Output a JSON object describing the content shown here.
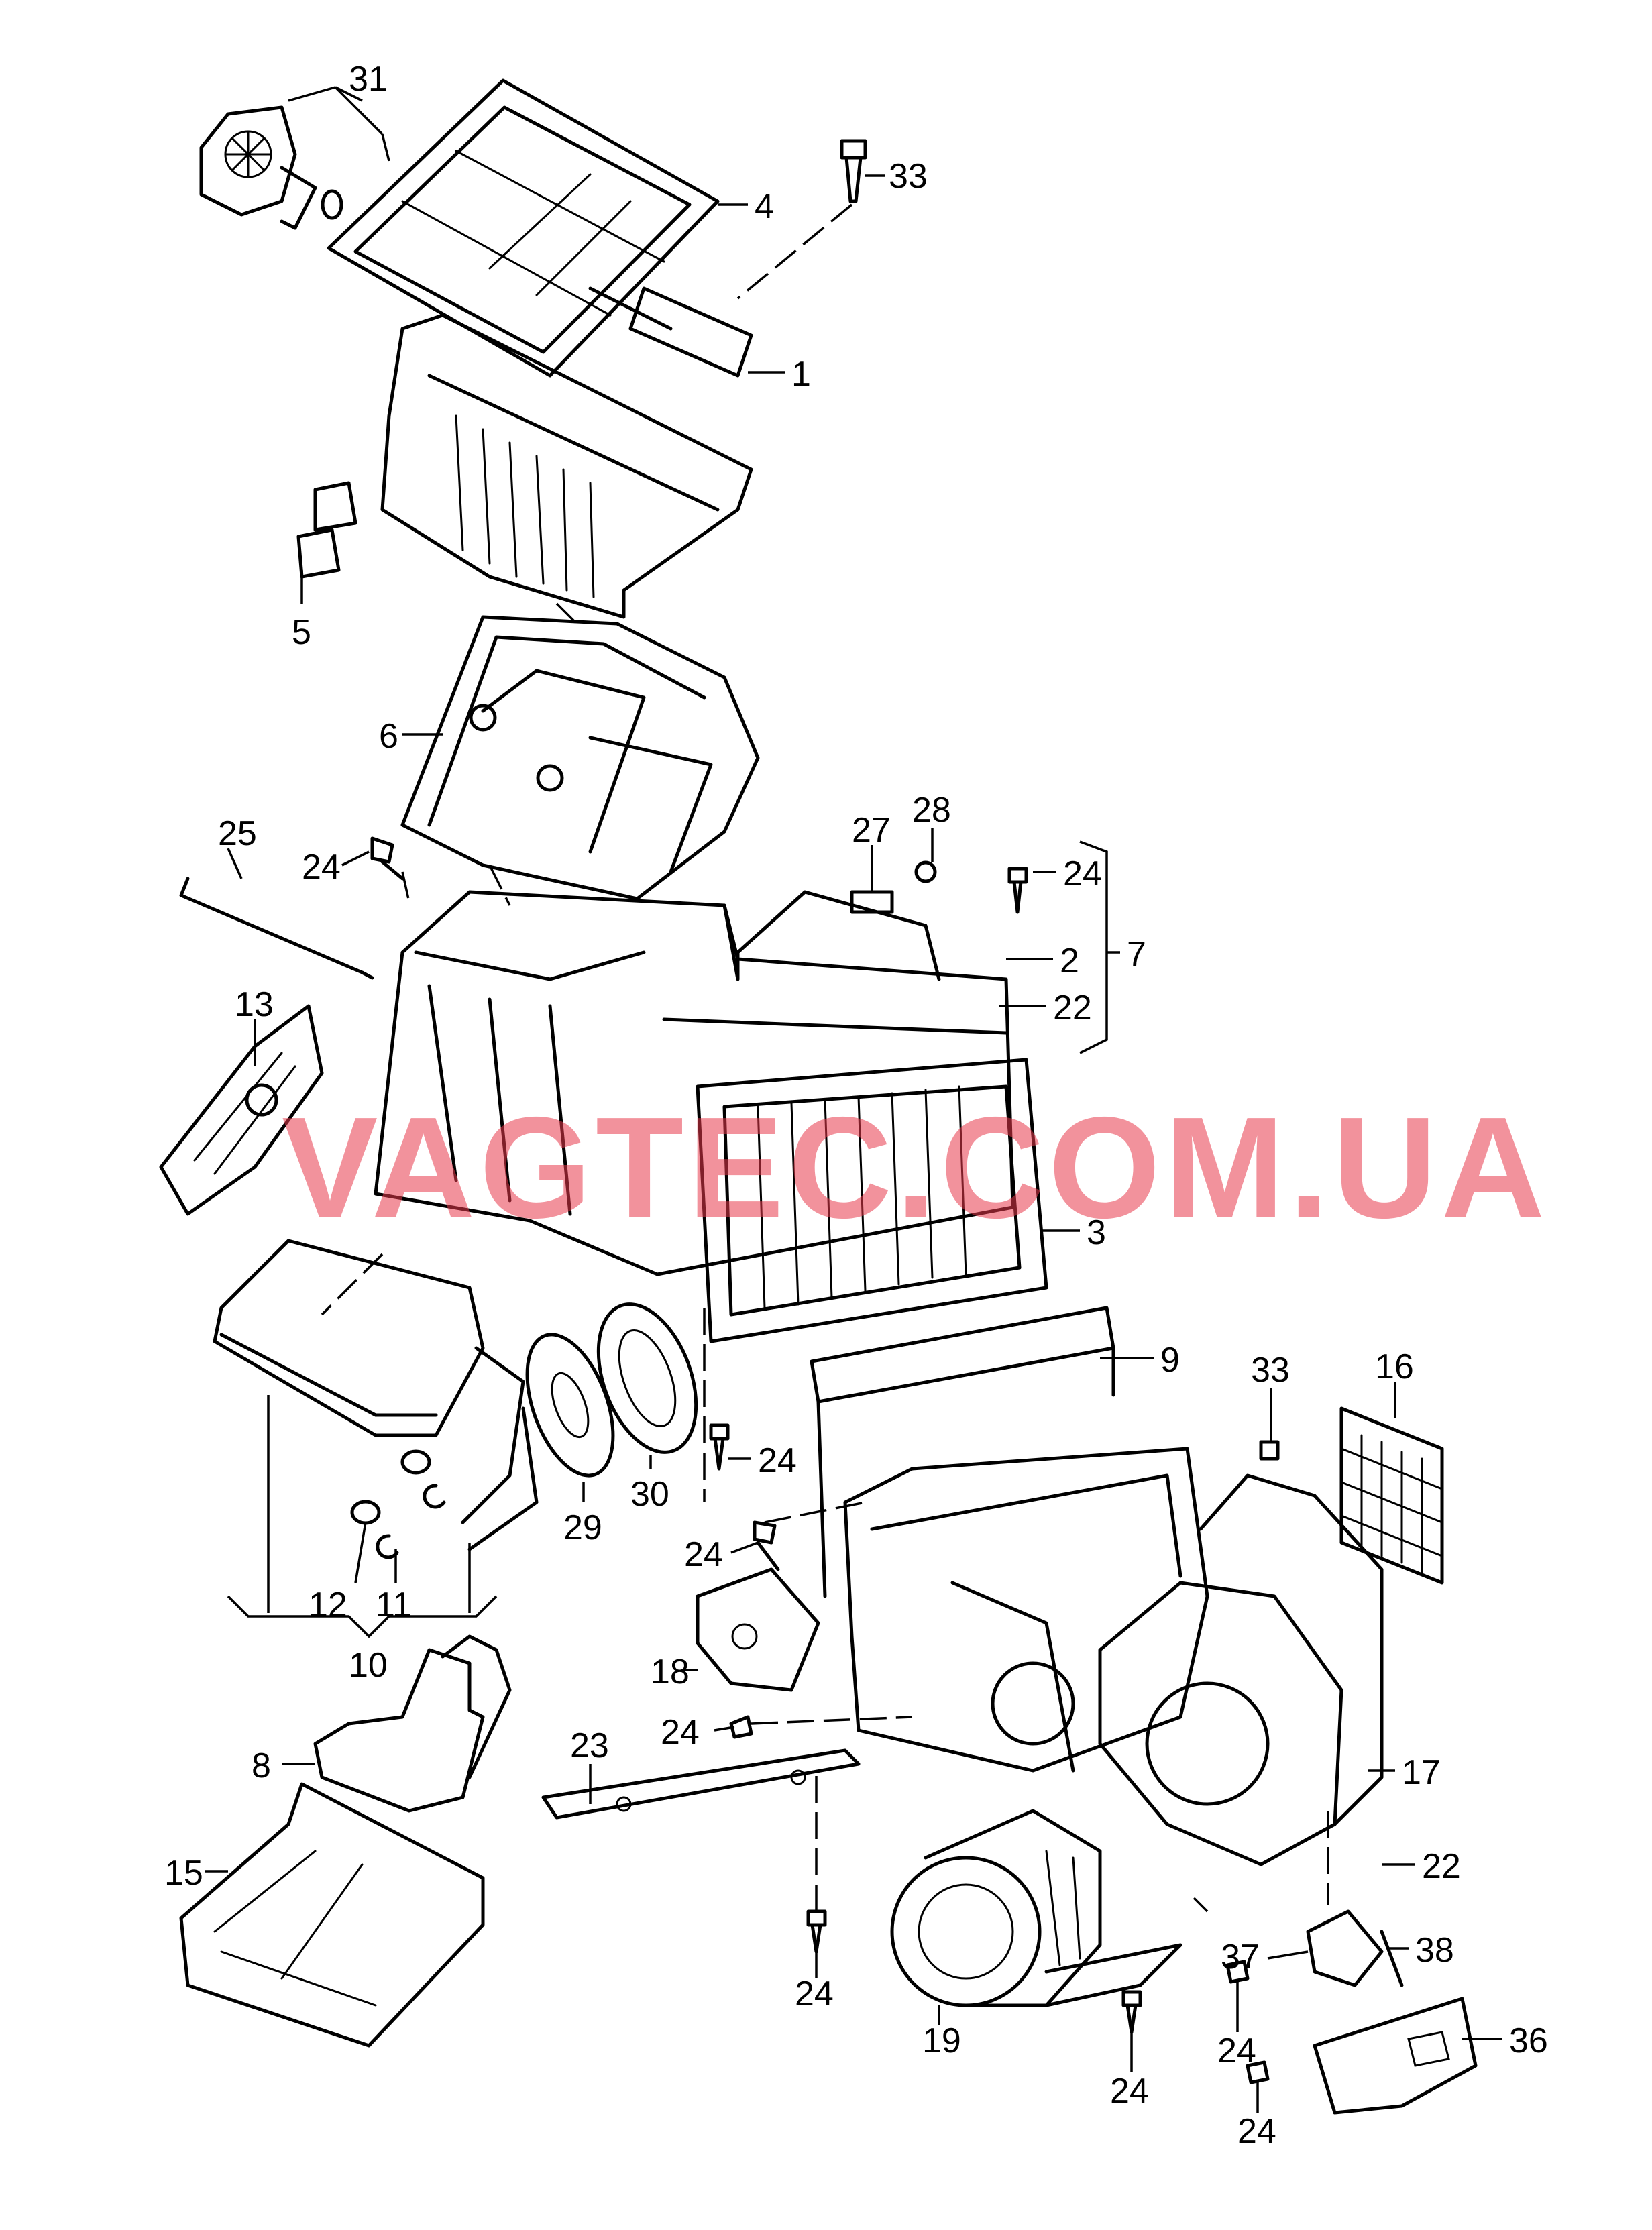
{
  "watermark": "VAGTEC.COM.UA",
  "watermark_color": "#e8394a",
  "callouts": [
    {
      "id": "c31",
      "label": "31"
    },
    {
      "id": "c4",
      "label": "4"
    },
    {
      "id": "c33a",
      "label": "33"
    },
    {
      "id": "c1",
      "label": "1"
    },
    {
      "id": "c5",
      "label": "5"
    },
    {
      "id": "c6",
      "label": "6"
    },
    {
      "id": "c25",
      "label": "25"
    },
    {
      "id": "c24a",
      "label": "24"
    },
    {
      "id": "c27",
      "label": "27"
    },
    {
      "id": "c28",
      "label": "28"
    },
    {
      "id": "c24b",
      "label": "24"
    },
    {
      "id": "c2",
      "label": "2"
    },
    {
      "id": "c7",
      "label": "7"
    },
    {
      "id": "c22a",
      "label": "22"
    },
    {
      "id": "c13",
      "label": "13"
    },
    {
      "id": "c3",
      "label": "3"
    },
    {
      "id": "c9",
      "label": "9"
    },
    {
      "id": "c33b",
      "label": "33"
    },
    {
      "id": "c16",
      "label": "16"
    },
    {
      "id": "c24c",
      "label": "24"
    },
    {
      "id": "c29",
      "label": "29"
    },
    {
      "id": "c30",
      "label": "30"
    },
    {
      "id": "c24d",
      "label": "24"
    },
    {
      "id": "c12",
      "label": "12"
    },
    {
      "id": "c11",
      "label": "11"
    },
    {
      "id": "c10",
      "label": "10"
    },
    {
      "id": "c18",
      "label": "18"
    },
    {
      "id": "c24e",
      "label": "24"
    },
    {
      "id": "c8",
      "label": "8"
    },
    {
      "id": "c23",
      "label": "23"
    },
    {
      "id": "c17",
      "label": "17"
    },
    {
      "id": "c15",
      "label": "15"
    },
    {
      "id": "c22b",
      "label": "22"
    },
    {
      "id": "c24f",
      "label": "24"
    },
    {
      "id": "c37",
      "label": "37"
    },
    {
      "id": "c38",
      "label": "38"
    },
    {
      "id": "c19",
      "label": "19"
    },
    {
      "id": "c36",
      "label": "36"
    },
    {
      "id": "c24g",
      "label": "24"
    },
    {
      "id": "c24h",
      "label": "24"
    },
    {
      "id": "c24i",
      "label": "24"
    }
  ]
}
